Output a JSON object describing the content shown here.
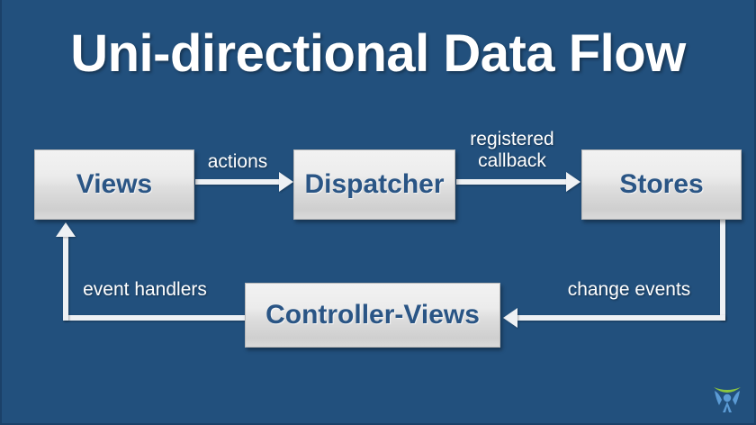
{
  "slide": {
    "title": "Uni-directional Data Flow",
    "background_color": "#22507d",
    "title_color": "#ffffff",
    "node_text_color": "#2a5585",
    "connector_color": "#eef1f4"
  },
  "nodes": [
    {
      "id": "views",
      "label": "Views"
    },
    {
      "id": "dispatcher",
      "label": "Dispatcher"
    },
    {
      "id": "stores",
      "label": "Stores"
    },
    {
      "id": "controller",
      "label": "Controller-Views"
    }
  ],
  "edges": [
    {
      "id": "views-dispatcher",
      "label": "actions",
      "from": "Views",
      "to": "Dispatcher"
    },
    {
      "id": "dispatcher-stores",
      "label": "registered\ncallback",
      "from": "Dispatcher",
      "to": "Stores"
    },
    {
      "id": "stores-controller",
      "label": "change events",
      "from": "Stores",
      "to": "Controller-Views"
    },
    {
      "id": "controller-views",
      "label": "event handlers",
      "from": "Controller-Views",
      "to": "Views"
    }
  ],
  "logo": {
    "name": "person-with-raised-arms-logo",
    "arc_color": "#8cc63f",
    "figure_color": "#5b9bd5"
  }
}
